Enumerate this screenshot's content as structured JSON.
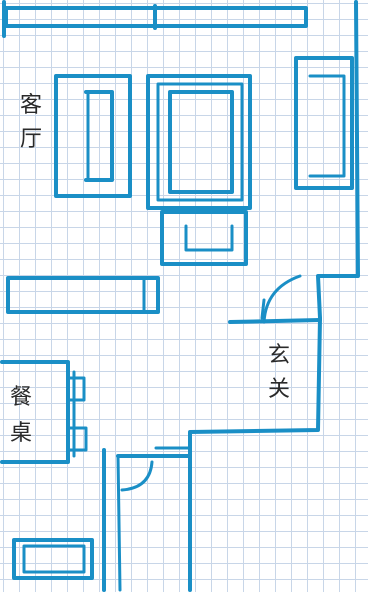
{
  "labels": {
    "living_room": [
      "客",
      "厅"
    ],
    "entrance": [
      "玄",
      "关"
    ],
    "dining_table": [
      "餐",
      "桌"
    ]
  },
  "colors": {
    "ink": "#1a8fc6",
    "grid": "#c8d6e8",
    "paper": "#ffffff",
    "text": "#2a2a2a"
  }
}
